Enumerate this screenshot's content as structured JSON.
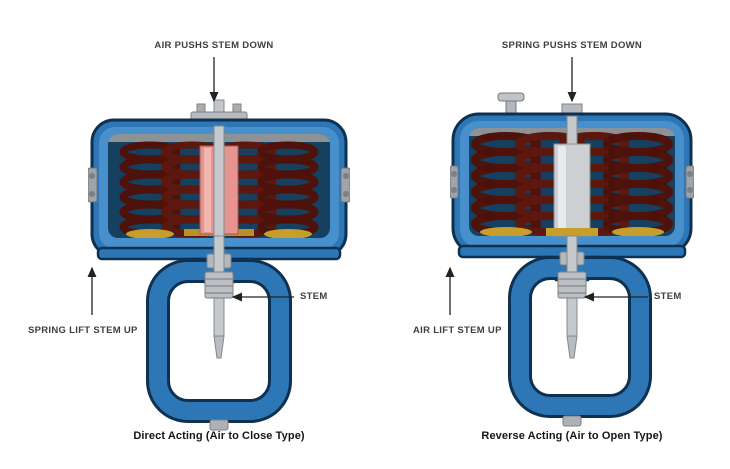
{
  "diagrams": {
    "left": {
      "top_label": "AIR PUSHS STEM DOWN",
      "side_label": "SPRING LIFT STEM UP",
      "stem_label": "STEM",
      "caption": "Direct Acting (Air to Close Type)"
    },
    "right": {
      "top_label": "SPRING PUSHS STEM DOWN",
      "side_label": "AIR LIFT STEM UP",
      "stem_label": "STEM",
      "caption": "Reverse Acting (Air to Open Type)"
    }
  },
  "colors": {
    "housing_blue": "#2e77b6",
    "housing_outline": "#0e3151",
    "housing_highlight": "#4890cc",
    "interior_dark": "#16405f",
    "spring_maroon": "#4e120b",
    "spring_maroon_light": "#5c170e",
    "brass_gold": "#c79e2b",
    "pink_cylinder": "#e6948f",
    "gray_cylinder": "#ccd0d3",
    "stem_gray": "#c6c9cc",
    "annotation": "#222222"
  }
}
